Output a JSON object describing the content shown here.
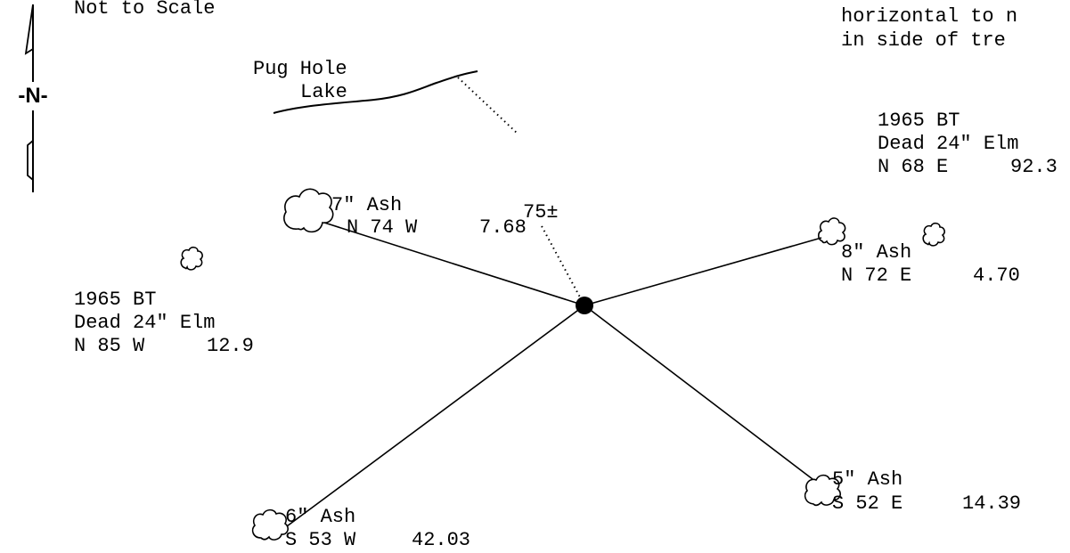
{
  "header": {
    "scale_note": "Not to Scale",
    "note_line1": "horizontal to n",
    "note_line2": "in side of tre"
  },
  "north_arrow": {
    "label": "-N-"
  },
  "lake": {
    "name_line1": "Pug Hole",
    "name_line2": "Lake"
  },
  "lake_distance": "75±",
  "bearing_trees": [
    {
      "id": "ash7",
      "size": "7\" Ash",
      "bearing": "N 74 W",
      "distance": "7.68"
    },
    {
      "id": "ash8",
      "size": "8\" Ash",
      "bearing": "N 72 E",
      "distance": "4.70"
    },
    {
      "id": "ash6",
      "size": "6\" Ash",
      "bearing": "S 53 W",
      "distance": "42.03"
    },
    {
      "id": "ash5",
      "size": "5\" Ash",
      "bearing": "S 52 E",
      "distance": "14.39"
    }
  ],
  "reference_trees": [
    {
      "year": "1965 BT",
      "desc": "Dead 24\" Elm",
      "bearing": "N 85 W",
      "distance": "12.9"
    },
    {
      "year": "1965 BT",
      "desc": "Dead 24\" Elm",
      "bearing": "N 68 E",
      "distance": "92.3"
    }
  ]
}
